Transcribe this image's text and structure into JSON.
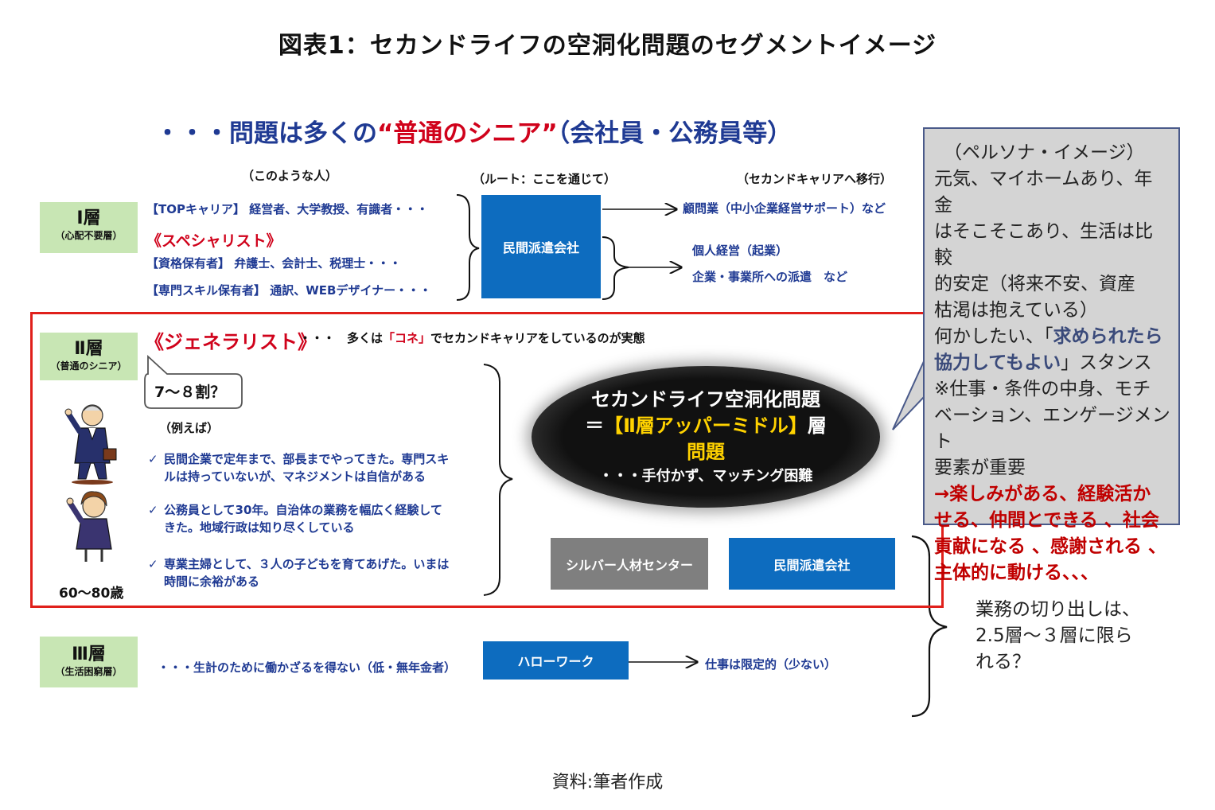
{
  "title": "図表1：セカンドライフの空洞化問題のセグメントイメージ",
  "headline": {
    "prefix": "・・・問題は多くの",
    "highlight": "“普通のシニア”",
    "suffix": "（会社員・公務員等）"
  },
  "column_headers": {
    "people": "（このような人）",
    "route": "（ルート：ここを通じて）",
    "career": "（セカンドキャリアへ移行）"
  },
  "layer1": {
    "name": "Ⅰ層",
    "sub": "（心配不要層）",
    "top_career": "【TOPキャリア】 経営者、大学教授、有識者・・・",
    "specialist": "《スペシャリスト》",
    "qualified": "【資格保有者】 弁護士、会計士、税理士・・・",
    "skilled": "【専門スキル保有者】 通訳、WEBデザイナー・・・",
    "route": "民間派遣会社",
    "dest1": "顧問業（中小企業経営サポート）など",
    "dest2": "個人経営（起業）",
    "dest3": "企業・事業所への派遣　など"
  },
  "layer2": {
    "name": "Ⅱ層",
    "sub": "（普通のシニア）",
    "generalist": "《ジェネラリスト》",
    "desc_pre": "・・・　多くは",
    "desc_red": "「コネ」",
    "desc_post": "でセカンドキャリアをしているのが実態",
    "bubble": "7～８割？",
    "example_label": "（例えば）",
    "examples": [
      {
        "check": "✓",
        "line1": "民間企業で定年まで、部長までやってきた。専門スキ",
        "line2": "ルは持っていないが、マネジメントは自信がある"
      },
      {
        "check": "✓",
        "line1": "公務員として30年。自治体の業務を幅広く経験して",
        "line2": "きた。地域行政は知り尽くしている"
      },
      {
        "check": "✓",
        "line1": "専業主婦として、３人の子どもを育てあげた。いまは",
        "line2": "時間に余裕がある"
      }
    ],
    "age": "60～80歳",
    "problem_title": "セカンドライフ空洞化問題",
    "problem_eq_pre": "＝",
    "problem_eq_hl": "【Ⅱ層アッパーミドル】",
    "problem_eq_post": "層",
    "problem_line3": "問題",
    "problem_line4": "・・・手付かず、マッチング困難",
    "route_gray": "シルバー人材センター",
    "route_blue": "民間派遣会社"
  },
  "layer3": {
    "name": "Ⅲ層",
    "sub": "（生活困窮層）",
    "desc": "・・・生計のために働かざるを得ない（低・無年金者）",
    "route": "ハローワーク",
    "dest": "仕事は限定的（少ない）"
  },
  "persona": {
    "lines": [
      "（ペルソナ・イメージ）",
      "元気、マイホームあり、年金",
      "はそこそこあり、生活は比較",
      "的安定（将来不安、資産",
      "枯渇は抱えている）"
    ],
    "stance_pre": "何かしたい、「",
    "stance_bold1": "求められたら",
    "stance_bold2": "協力してもよい",
    "stance_post": "」スタンス",
    "note_lines": [
      "※仕事・条件の中身、モチ",
      "ベーション、エンゲージメント",
      "要素が重要"
    ],
    "red_lines": [
      "→楽しみがある、経験活か",
      "せる、仲間とできる 、社会",
      "貢献になる 、感謝される 、",
      "主体的に動ける、、、"
    ]
  },
  "side_note": [
    "業務の切り出しは、",
    "2.5層～３層に限ら",
    "れる？"
  ],
  "source": "資料:筆者作成",
  "colors": {
    "navy": "#1f3a93",
    "red": "#d0021b",
    "blue_box": "#0d6cbf",
    "green_box": "#c8e6b4",
    "gray_box": "#7f7f7f",
    "persona_bg": "#d4d4d4"
  }
}
